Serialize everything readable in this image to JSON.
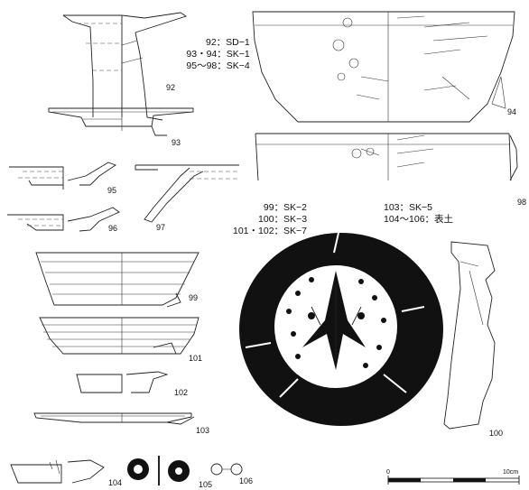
{
  "figure_labels": {
    "n92": "92",
    "n93": "93",
    "n94": "94",
    "n95": "95",
    "n96": "96",
    "n97": "97",
    "n98": "98",
    "n99": "99",
    "n100": "100",
    "n101": "101",
    "n102": "102",
    "n103": "103",
    "n104": "104",
    "n105": "105",
    "n106": "106"
  },
  "legend_top": {
    "line1": "92：SD−1",
    "line2": "93・94：SK−1",
    "line3": "95〜98：SK−4"
  },
  "legend_mid": {
    "col1": [
      "99：SK−2",
      "100：SK−3",
      "101・102：SK−7"
    ],
    "col2": [
      "103：SK−5",
      "104〜106：表土"
    ]
  },
  "scale": {
    "min_label": "0",
    "max_label": "10cm"
  },
  "colors": {
    "ink": "#111111",
    "paper": "#ffffff"
  }
}
